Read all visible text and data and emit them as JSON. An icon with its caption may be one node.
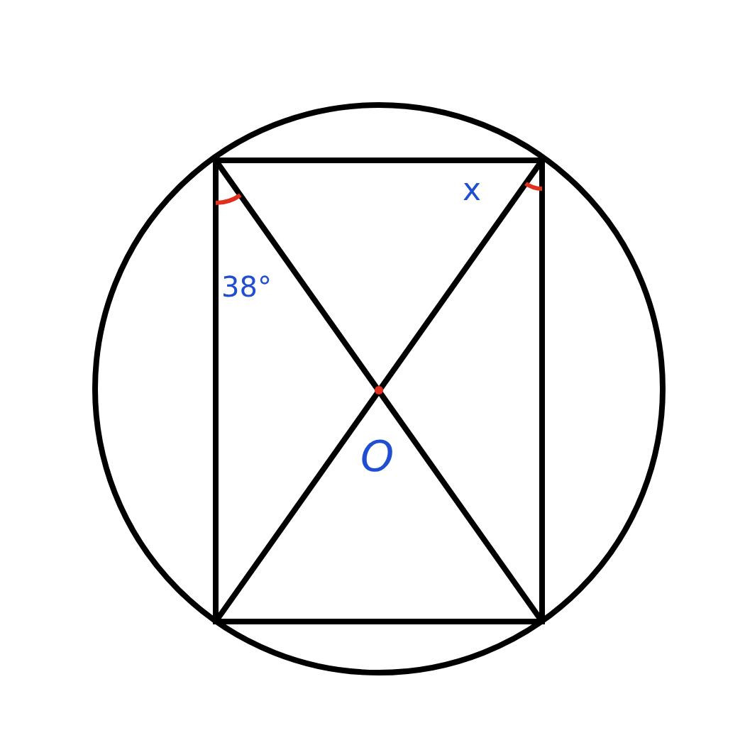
{
  "diagram": {
    "labels": [
      "38°",
      "x",
      "O"
    ]
  }
}
